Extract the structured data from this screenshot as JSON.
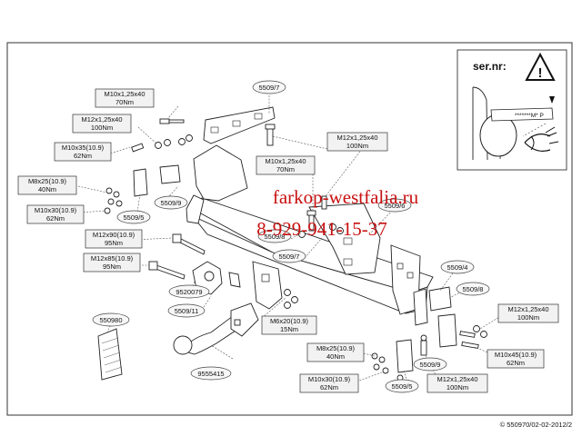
{
  "serial_panel": {
    "title": "ser.nr:",
    "plate_text": "*******M* P"
  },
  "watermark": {
    "line1": "farkop-westfalia.ru",
    "line2": "8-929-941-15-37"
  },
  "part_numbers": {
    "p5509_7_top": "5509/7",
    "p5509_9": "5509/9",
    "p5509_5_left": "5509/5",
    "p5509_6": "5509/6",
    "p5509_7_mid": "5509/7",
    "p5509_8_center": "5509/8",
    "p5509_4": "5509/4",
    "p5509_8_right": "5509/8",
    "p9520079": "9520079",
    "p5509_11": "5509/11",
    "p550980": "550980",
    "p9555415": "9555415",
    "p5509_9_bottom": "5509/9",
    "p5509_5_bottom": "5509/5"
  },
  "bolt_specs": {
    "m10_70_top": {
      "bolt": "M10x1,25x40",
      "torque": "70Nm"
    },
    "m12_100_left": {
      "bolt": "M12x1,25x40",
      "torque": "100Nm"
    },
    "m10x35": {
      "bolt": "M10x35(10.9)",
      "torque": "62Nm"
    },
    "m12_100_top_center": {
      "bolt": "M12x1,25x40",
      "torque": "100Nm"
    },
    "m10_70_center": {
      "bolt": "M10x1,25x40",
      "torque": "70Nm"
    },
    "m8x25_left": {
      "bolt": "M8x25(10.9)",
      "torque": "40Nm"
    },
    "m10x30_left": {
      "bolt": "M10x30(10.9)",
      "torque": "62Nm"
    },
    "m12x90": {
      "bolt": "M12x90(10.9)",
      "torque": "95Nm"
    },
    "m12x85": {
      "bolt": "M12x85(10.9)",
      "torque": "95Nm"
    },
    "m6x20": {
      "bolt": "M6x20(10.9)",
      "torque": "15Nm"
    },
    "m8x25_bottom": {
      "bolt": "M8x25(10.9)",
      "torque": "40Nm"
    },
    "m10x30_bottom": {
      "bolt": "M10x30(10.9)",
      "torque": "62Nm"
    },
    "m12_100_bottom": {
      "bolt": "M12x1,25x40",
      "torque": "100Nm"
    },
    "m12_100_right": {
      "bolt": "M12x1,25x40",
      "torque": "100Nm"
    },
    "m10x45": {
      "bolt": "M10x45(10.9)",
      "torque": "62Nm"
    }
  },
  "copyright": "© 550970/02-02-2012/2"
}
